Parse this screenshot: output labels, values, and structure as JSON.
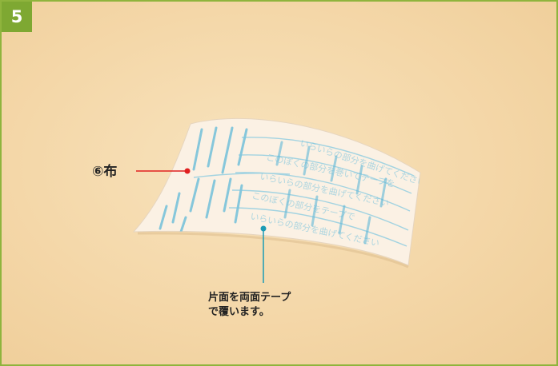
{
  "step": {
    "number": "5"
  },
  "cloth": {
    "label": "⑥布",
    "printed_text": [
      "いらいらの部分を曲げてください",
      "このぼくの部分を巻いてテープを",
      "いらいらの部分を曲げてください",
      "このぼくの部分をテープで",
      "いらいらの部分を曲げてください"
    ]
  },
  "caption": {
    "line1": "片面を両面テープ",
    "line2": "で覆います。"
  },
  "colors": {
    "frame_border": "#8fb43d",
    "badge": "#7ea832",
    "label_dot": "#e02020",
    "caption_dot": "#1a9bb5",
    "print_blue": "#5fb8d8"
  }
}
